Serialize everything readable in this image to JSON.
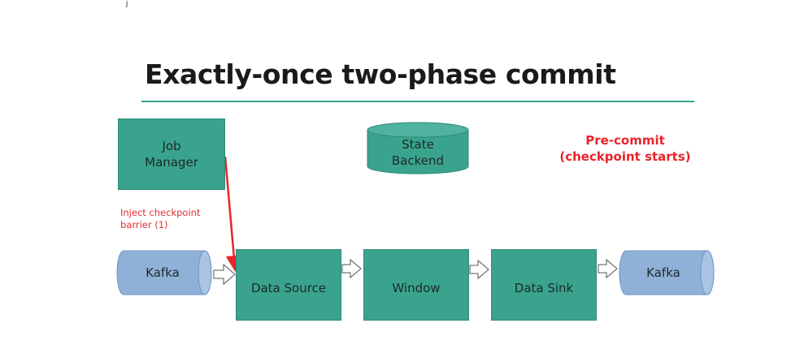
{
  "slide": {
    "title": "Exactly-once two-phase commit",
    "top_mark": "j"
  },
  "components": {
    "job_manager": "Job\nManager",
    "state_backend": "State\nBackend",
    "kafka_source": "Kafka",
    "data_source": "Data Source",
    "window": "Window",
    "data_sink": "Data Sink",
    "kafka_sink": "Kafka"
  },
  "annotations": {
    "inject_barrier": "Inject checkpoint\nbarrier (1)",
    "pre_commit": "Pre-commit\n(checkpoint starts)"
  },
  "colors": {
    "box_fill": "#3aa38e",
    "kafka_fill": "#8fb1d8",
    "accent_rule": "#3aa390",
    "annotation_red": "#e62d2d"
  }
}
